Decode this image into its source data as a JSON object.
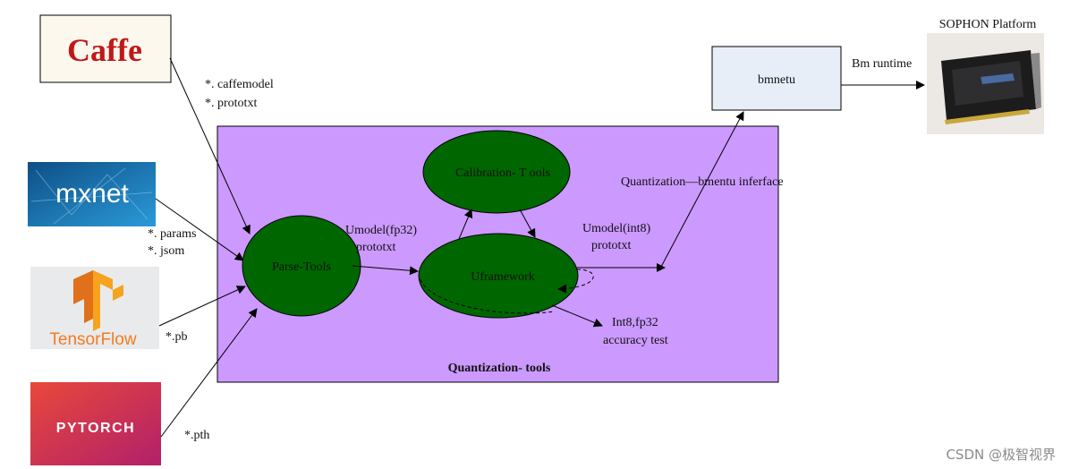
{
  "logos": {
    "caffe": "Caffe",
    "mxnet": "mxnet",
    "tensorflow": "TensorFlow",
    "pytorch": "PYTORCH"
  },
  "edge_labels": {
    "caffe_line1": "*. caffemodel",
    "caffe_line2": "*. prototxt",
    "mxnet_line1": "*. params",
    "mxnet_line2": "*. jsom",
    "tf": "*.pb",
    "pytorch": "*.pth",
    "umodel_fp32_line1": "Umodel(fp32)",
    "umodel_fp32_line2": "prototxt",
    "umodel_int8_line1": "Umodel(int8)",
    "umodel_int8_line2": "prototxt",
    "interface": "Quantization—bmentu inferface",
    "bm_runtime": "Bm runtime",
    "accuracy_line1": "Int8,fp32",
    "accuracy_line2": "accuracy test"
  },
  "nodes": {
    "parse_tools": "Parse-Tools",
    "calibration_tools": "Calibration- T ools",
    "uframework": "Uframework",
    "bmnetu": "bmnetu",
    "quantization_tools": "Quantization- tools",
    "sophon_platform": "SOPHON Platform"
  },
  "watermark": "CSDN @极智视界",
  "colors": {
    "region_fill": "#cc99ff",
    "node_fill": "#006600",
    "bmnetu_fill": "#e7eef8",
    "caffe_red": "#c01818",
    "mxnet_bg": "#1a78b8",
    "tf_orange": "#f47b20",
    "pytorch_bg": "#d83a3a"
  }
}
